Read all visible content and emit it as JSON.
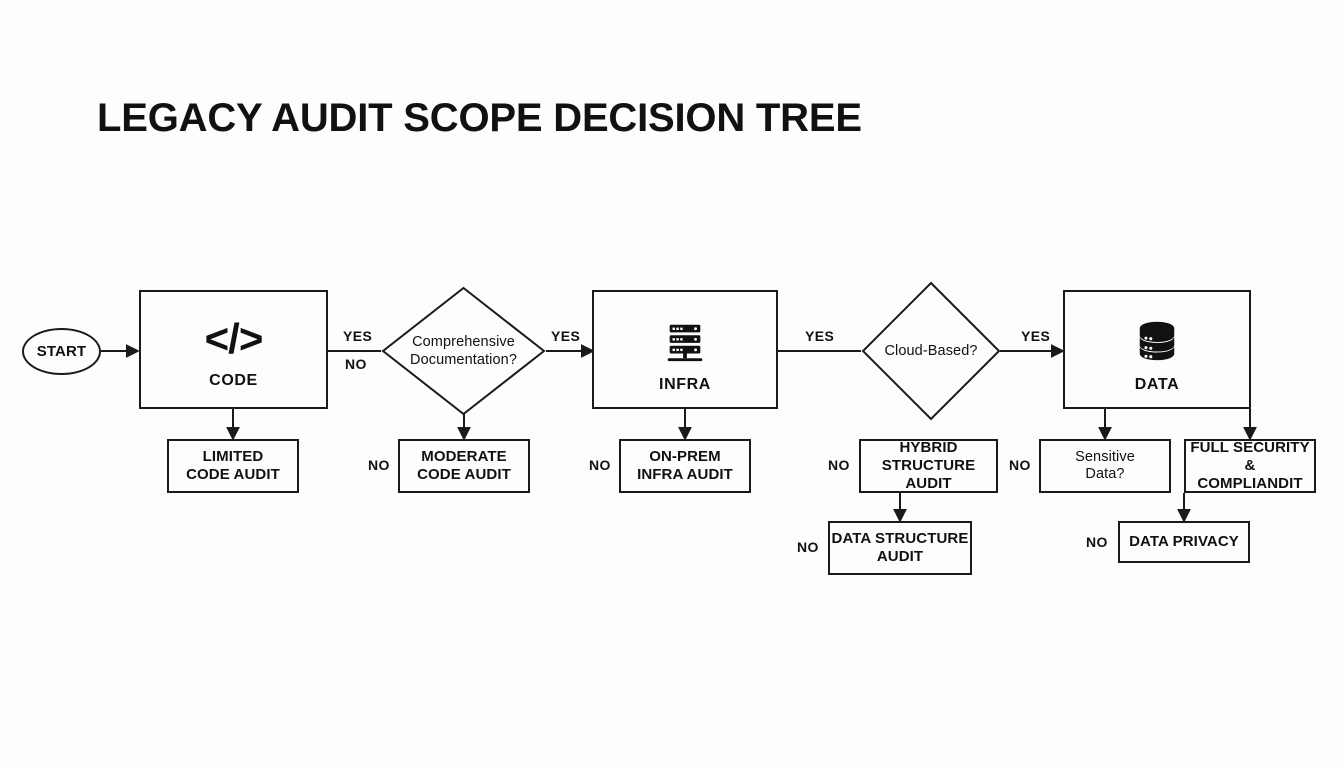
{
  "page": {
    "title": "LEGACY AUDIT SCOPE DECISION TREE",
    "background_color": "#fdfdfe",
    "stroke_color": "#1a1a1a",
    "text_color": "#111111"
  },
  "nodes": {
    "start": {
      "label": "START",
      "shape": "ellipse"
    },
    "code": {
      "label": "CODE",
      "icon": "code-brackets-icon",
      "icon_glyph": "</>",
      "shape": "rect"
    },
    "limited_code_audit": {
      "label": "LIMITED\nCODE AUDIT",
      "line1": "LIMITED",
      "line2": "CODE AUDIT",
      "shape": "rect"
    },
    "comprehensive_documentation": {
      "label": "Comprehensive\nDocumentation?",
      "line1": "Comprehensive",
      "line2": "Documentation?",
      "shape": "diamond"
    },
    "moderate_code_audit": {
      "label": "MODERATE\nCODE AUDIT",
      "line1": "MODERATE",
      "line2": "CODE AUDIT",
      "shape": "rect"
    },
    "infra": {
      "label": "INFRA",
      "icon": "server-rack-icon",
      "shape": "rect"
    },
    "on_prem_infra_audit": {
      "label": "ON-PREM\nINFRA AUDIT",
      "line1": "ON-PREM",
      "line2": "INFRA AUDIT",
      "shape": "rect"
    },
    "cloud_based": {
      "label": "Cloud-Based?",
      "line1": "Cloud-Based?",
      "line2": "",
      "shape": "diamond"
    },
    "hybrid_structure_audit": {
      "label": "HYBRID\nSTRUCTURE AUDIT",
      "line1": "HYBRID",
      "line2": "STRUCTURE AUDIT",
      "shape": "rect"
    },
    "data_structure_audit": {
      "label": "DATA STRUCTURE\nAUDIT",
      "line1": "DATA STRUCTURE",
      "line2": "AUDIT",
      "shape": "rect"
    },
    "data": {
      "label": "DATA",
      "icon": "database-icon",
      "shape": "rect"
    },
    "sensitive_data": {
      "label": "Sensitive\nData?",
      "line1": "Sensitive",
      "line2": "Data?",
      "shape": "rect"
    },
    "full_security_compliandit": {
      "label": "FULL SECURITY &\nCOMPLIANDIT",
      "line1": "FULL SECURITY &",
      "line2": "COMPLIANDIT",
      "shape": "rect"
    },
    "data_privacy": {
      "label": "DATA PRIVACY",
      "line1": "DATA PRIVACY",
      "line2": "",
      "shape": "rect"
    }
  },
  "edge_labels": {
    "code_to_doc_yes": "YES",
    "code_to_doc_no": "NO",
    "doc_to_infra_yes": "YES",
    "limited_no": "NO",
    "moderate_no": "NO",
    "infra_to_cloud_yes": "YES",
    "onprem_no": "NO",
    "cloud_to_data_yes": "YES",
    "hybrid_no": "NO",
    "data_structure_no": "NO",
    "sensitive_no": "NO",
    "data_privacy_no": "NO"
  }
}
